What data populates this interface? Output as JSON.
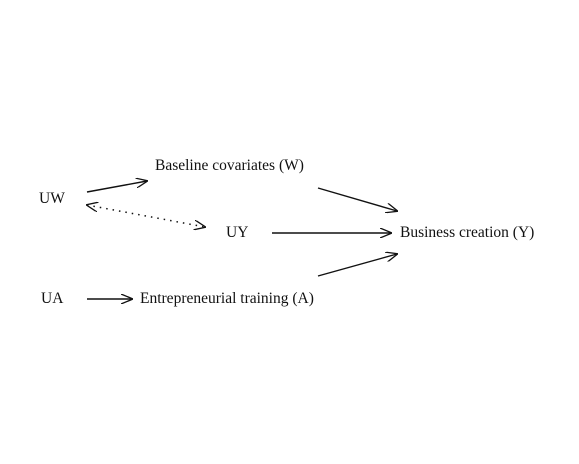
{
  "diagram": {
    "nodes": {
      "uw": "UW",
      "ua": "UA",
      "uy": "UY",
      "w": "Baseline covariates (W)",
      "a": "Entrepreneurial training (A)",
      "y": "Business creation (Y)"
    },
    "edges": [
      {
        "from": "uw",
        "to": "w",
        "style": "solid",
        "direction": "forward"
      },
      {
        "from": "w",
        "to": "y",
        "style": "solid",
        "direction": "forward"
      },
      {
        "from": "uy",
        "to": "y",
        "style": "solid",
        "direction": "forward"
      },
      {
        "from": "a",
        "to": "y",
        "style": "solid",
        "direction": "forward"
      },
      {
        "from": "ua",
        "to": "a",
        "style": "solid",
        "direction": "forward"
      },
      {
        "from": "uw",
        "to": "uy",
        "style": "dotted",
        "direction": "both"
      }
    ],
    "colors": {
      "ink": "#111111",
      "background": "#ffffff"
    }
  }
}
